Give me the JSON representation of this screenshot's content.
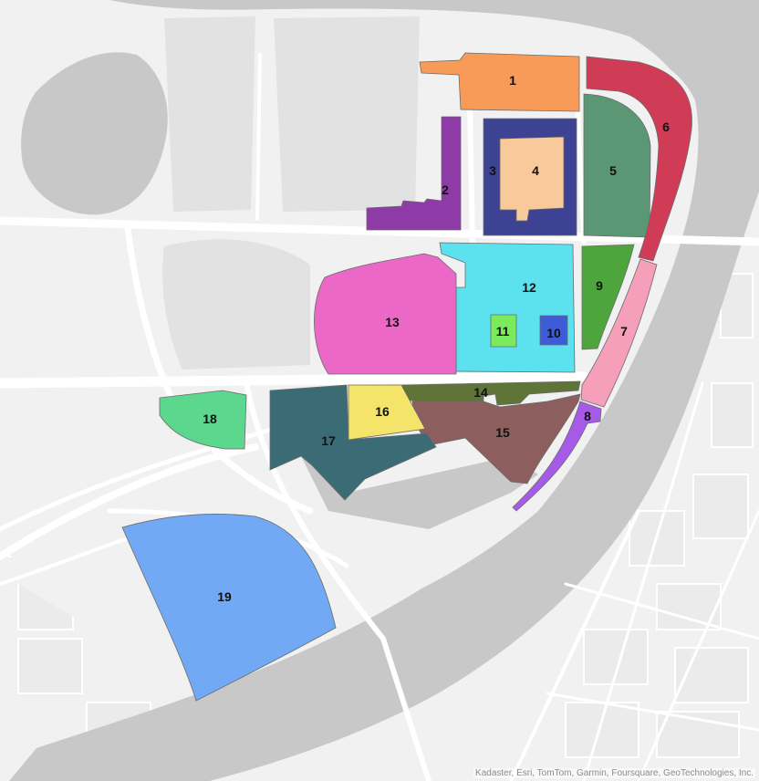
{
  "map": {
    "attribution": "Kadaster, Esri, TomTom, Garmin, Foursquare, GeoTechnologies, Inc.",
    "basemap_colors": {
      "land": "#f1f1f1",
      "water": "#c8c8c8",
      "green": "#e4e4e4",
      "road": "#ffffff",
      "block": "#ebebeb"
    },
    "parcels": [
      {
        "id": "1",
        "label": "1",
        "color": "#F89B59"
      },
      {
        "id": "2",
        "label": "2",
        "color": "#8E3BA8"
      },
      {
        "id": "3",
        "label": "3",
        "color": "#3D4293"
      },
      {
        "id": "4",
        "label": "4",
        "color": "#F8C99A"
      },
      {
        "id": "5",
        "label": "5",
        "color": "#5B9775"
      },
      {
        "id": "6",
        "label": "6",
        "color": "#D03B55"
      },
      {
        "id": "7",
        "label": "7",
        "color": "#F59FBA"
      },
      {
        "id": "8",
        "label": "8",
        "color": "#A55BE8"
      },
      {
        "id": "9",
        "label": "9",
        "color": "#4EA53B"
      },
      {
        "id": "10",
        "label": "10",
        "color": "#3F5CD8"
      },
      {
        "id": "11",
        "label": "11",
        "color": "#7BEA5C"
      },
      {
        "id": "12",
        "label": "12",
        "color": "#5CE1EE"
      },
      {
        "id": "13",
        "label": "13",
        "color": "#EC68C6"
      },
      {
        "id": "14",
        "label": "14",
        "color": "#5F7437"
      },
      {
        "id": "15",
        "label": "15",
        "color": "#8C5E5E"
      },
      {
        "id": "16",
        "label": "16",
        "color": "#F4E46A"
      },
      {
        "id": "17",
        "label": "17",
        "color": "#3B6C76"
      },
      {
        "id": "18",
        "label": "18",
        "color": "#5BD88D"
      },
      {
        "id": "19",
        "label": "19",
        "color": "#72A9F5"
      }
    ]
  }
}
